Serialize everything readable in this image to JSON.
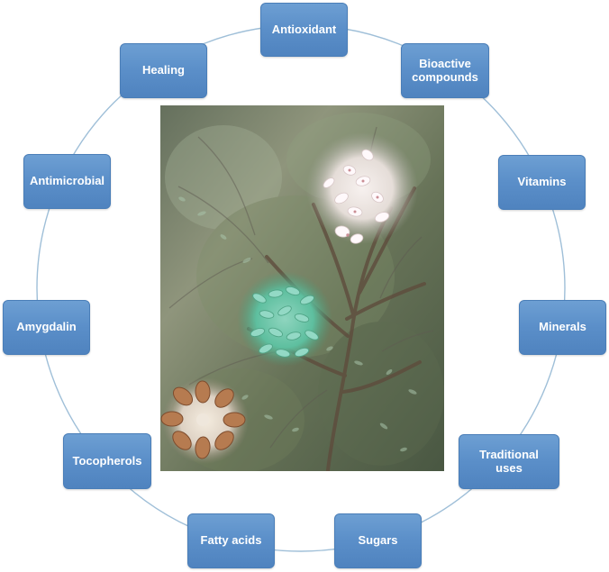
{
  "diagram": {
    "center_image": {
      "subject": "almond-tree-with-blossoms-green-almonds-and-shelled-almonds"
    },
    "nodes": [
      {
        "id": "antioxidant",
        "label": "Antioxidant"
      },
      {
        "id": "bioactive-compounds",
        "label": "Bioactive\ncompounds"
      },
      {
        "id": "vitamins",
        "label": "Vitamins"
      },
      {
        "id": "minerals",
        "label": "Minerals"
      },
      {
        "id": "traditional-uses",
        "label": "Traditional uses"
      },
      {
        "id": "sugars",
        "label": "Sugars"
      },
      {
        "id": "fatty-acids",
        "label": "Fatty acids"
      },
      {
        "id": "tocopherols",
        "label": "Tocopherols"
      },
      {
        "id": "amygdalin",
        "label": "Amygdalin"
      },
      {
        "id": "antimicrobial",
        "label": "Antimicrobial"
      },
      {
        "id": "healing",
        "label": "Healing"
      }
    ],
    "colors": {
      "node_fill": "#5b8fc9",
      "node_border": "#4a7eb8",
      "node_text": "#ffffff",
      "ring": "#9fbfd8"
    }
  }
}
